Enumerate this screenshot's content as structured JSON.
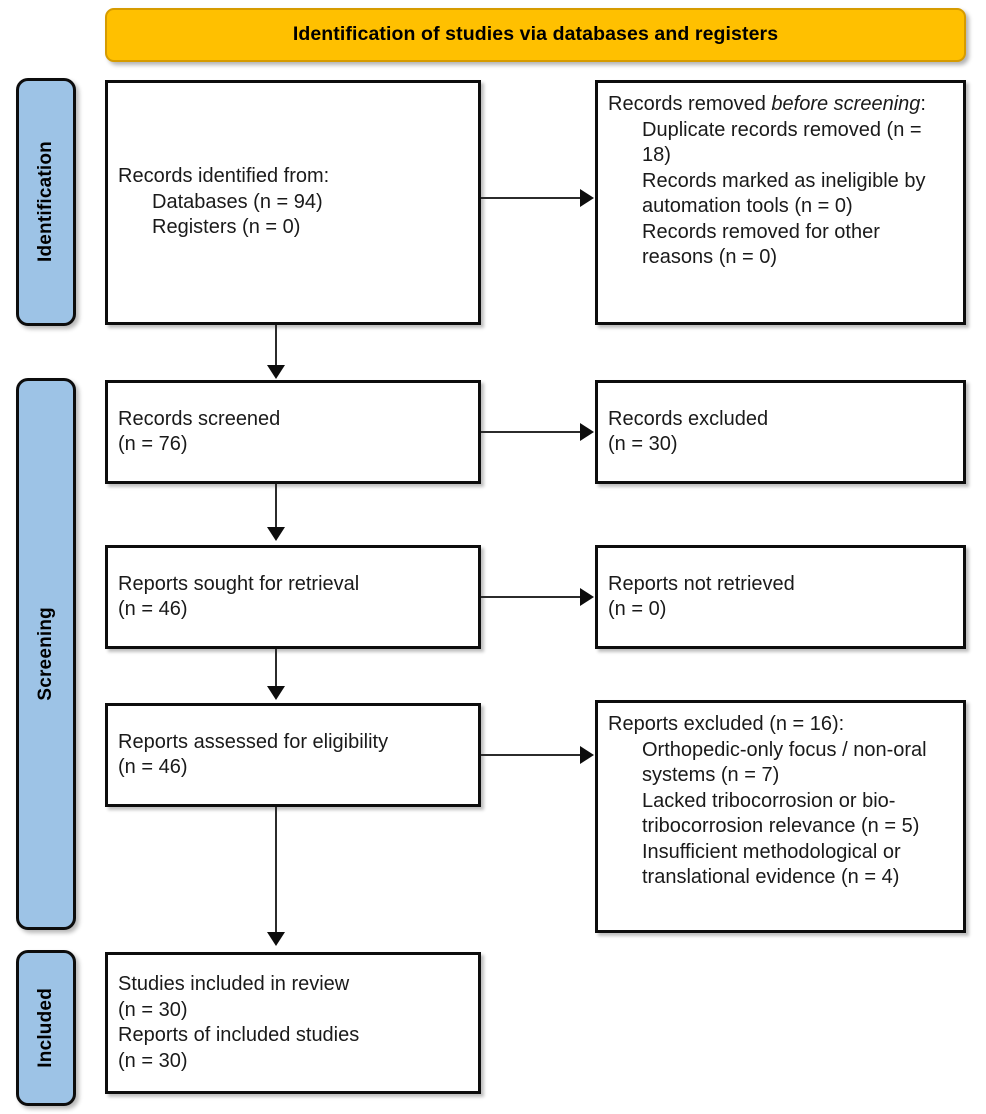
{
  "banner": {
    "title": "Identification of studies via databases and registers"
  },
  "stages": [
    {
      "id": "identification",
      "label": "Identification"
    },
    {
      "id": "screening",
      "label": "Screening"
    },
    {
      "id": "included",
      "label": "Included"
    }
  ],
  "boxes": {
    "identified": {
      "lines": [
        "Records identified from:",
        "Databases (n = 94)",
        "Registers (n = 0)"
      ]
    },
    "removed": {
      "heading_prefix": "Records removed ",
      "heading_italic": "before screening",
      "heading_suffix": ":",
      "items": [
        "Duplicate records removed (n = 18)",
        "Records marked as ineligible by automation tools (n = 0)",
        "Records removed for other reasons (n = 0)"
      ]
    },
    "screened": {
      "lines": [
        "Records screened",
        "(n = 76)"
      ]
    },
    "excluded_records": {
      "lines": [
        "Records excluded",
        "(n = 30)"
      ]
    },
    "sought": {
      "lines": [
        "Reports sought for retrieval",
        "(n = 46)"
      ]
    },
    "not_retrieved": {
      "lines": [
        "Reports not retrieved",
        "(n = 0)"
      ]
    },
    "assessed": {
      "lines": [
        "Reports assessed for eligibility",
        "(n = 46)"
      ]
    },
    "reports_excluded": {
      "heading": "Reports excluded (n = 16):",
      "items": [
        "Orthopedic-only focus / non-oral systems (n = 7)",
        "Lacked tribocorrosion or bio-tribocorrosion relevance (n = 5)",
        "Insufficient methodological or translational evidence (n = 4)"
      ]
    },
    "included": {
      "lines": [
        "Studies included in review",
        "(n = 30)",
        "Reports of included studies",
        "(n = 30)"
      ]
    }
  },
  "colors": {
    "banner_fill": "#FFC000",
    "banner_border": "#d69b00",
    "stage_fill": "#9DC3E6",
    "box_border": "#0d0d0d",
    "box_fill": "#ffffff",
    "text": "#1a1a1a",
    "connector": "#2b2b2b"
  }
}
